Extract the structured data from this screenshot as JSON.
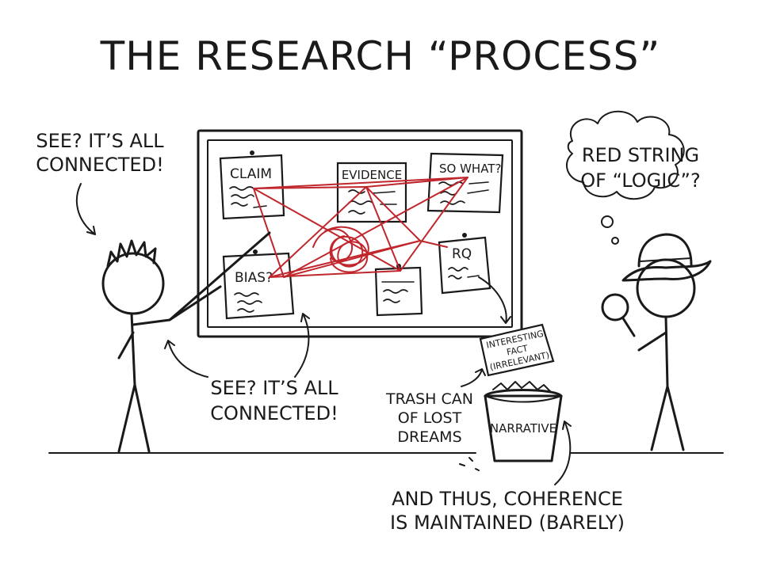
{
  "title": "THE RESEARCH “PROCESS”",
  "speech_top_left": [
    "SEE? IT’S ALL",
    "CONNECTED!"
  ],
  "speech_bottom": [
    "SEE? IT’S ALL",
    "CONNECTED!"
  ],
  "thought_bubble": [
    "RED STRING",
    "OF “LOGIC”?"
  ],
  "notes": {
    "claim": "CLAIM",
    "evidence": "EVIDENCE",
    "so_what": "SO WHAT?",
    "bias": "BIAS?",
    "rq": "RQ"
  },
  "discarded_note": [
    "INTERESTING",
    "FACT",
    "(IRRELEVANT)"
  ],
  "trash_caption": [
    "TRASH CAN",
    "OF LOST",
    "DREAMS"
  ],
  "trash_can_label": "NARRATIVE",
  "bottom_caption": [
    "AND THUS, COHERENCE",
    "IS MAINTAINED (BARELY)"
  ],
  "colors": {
    "ink": "#1a1a1a",
    "string": "#c0262c",
    "background": "#ffffff"
  }
}
